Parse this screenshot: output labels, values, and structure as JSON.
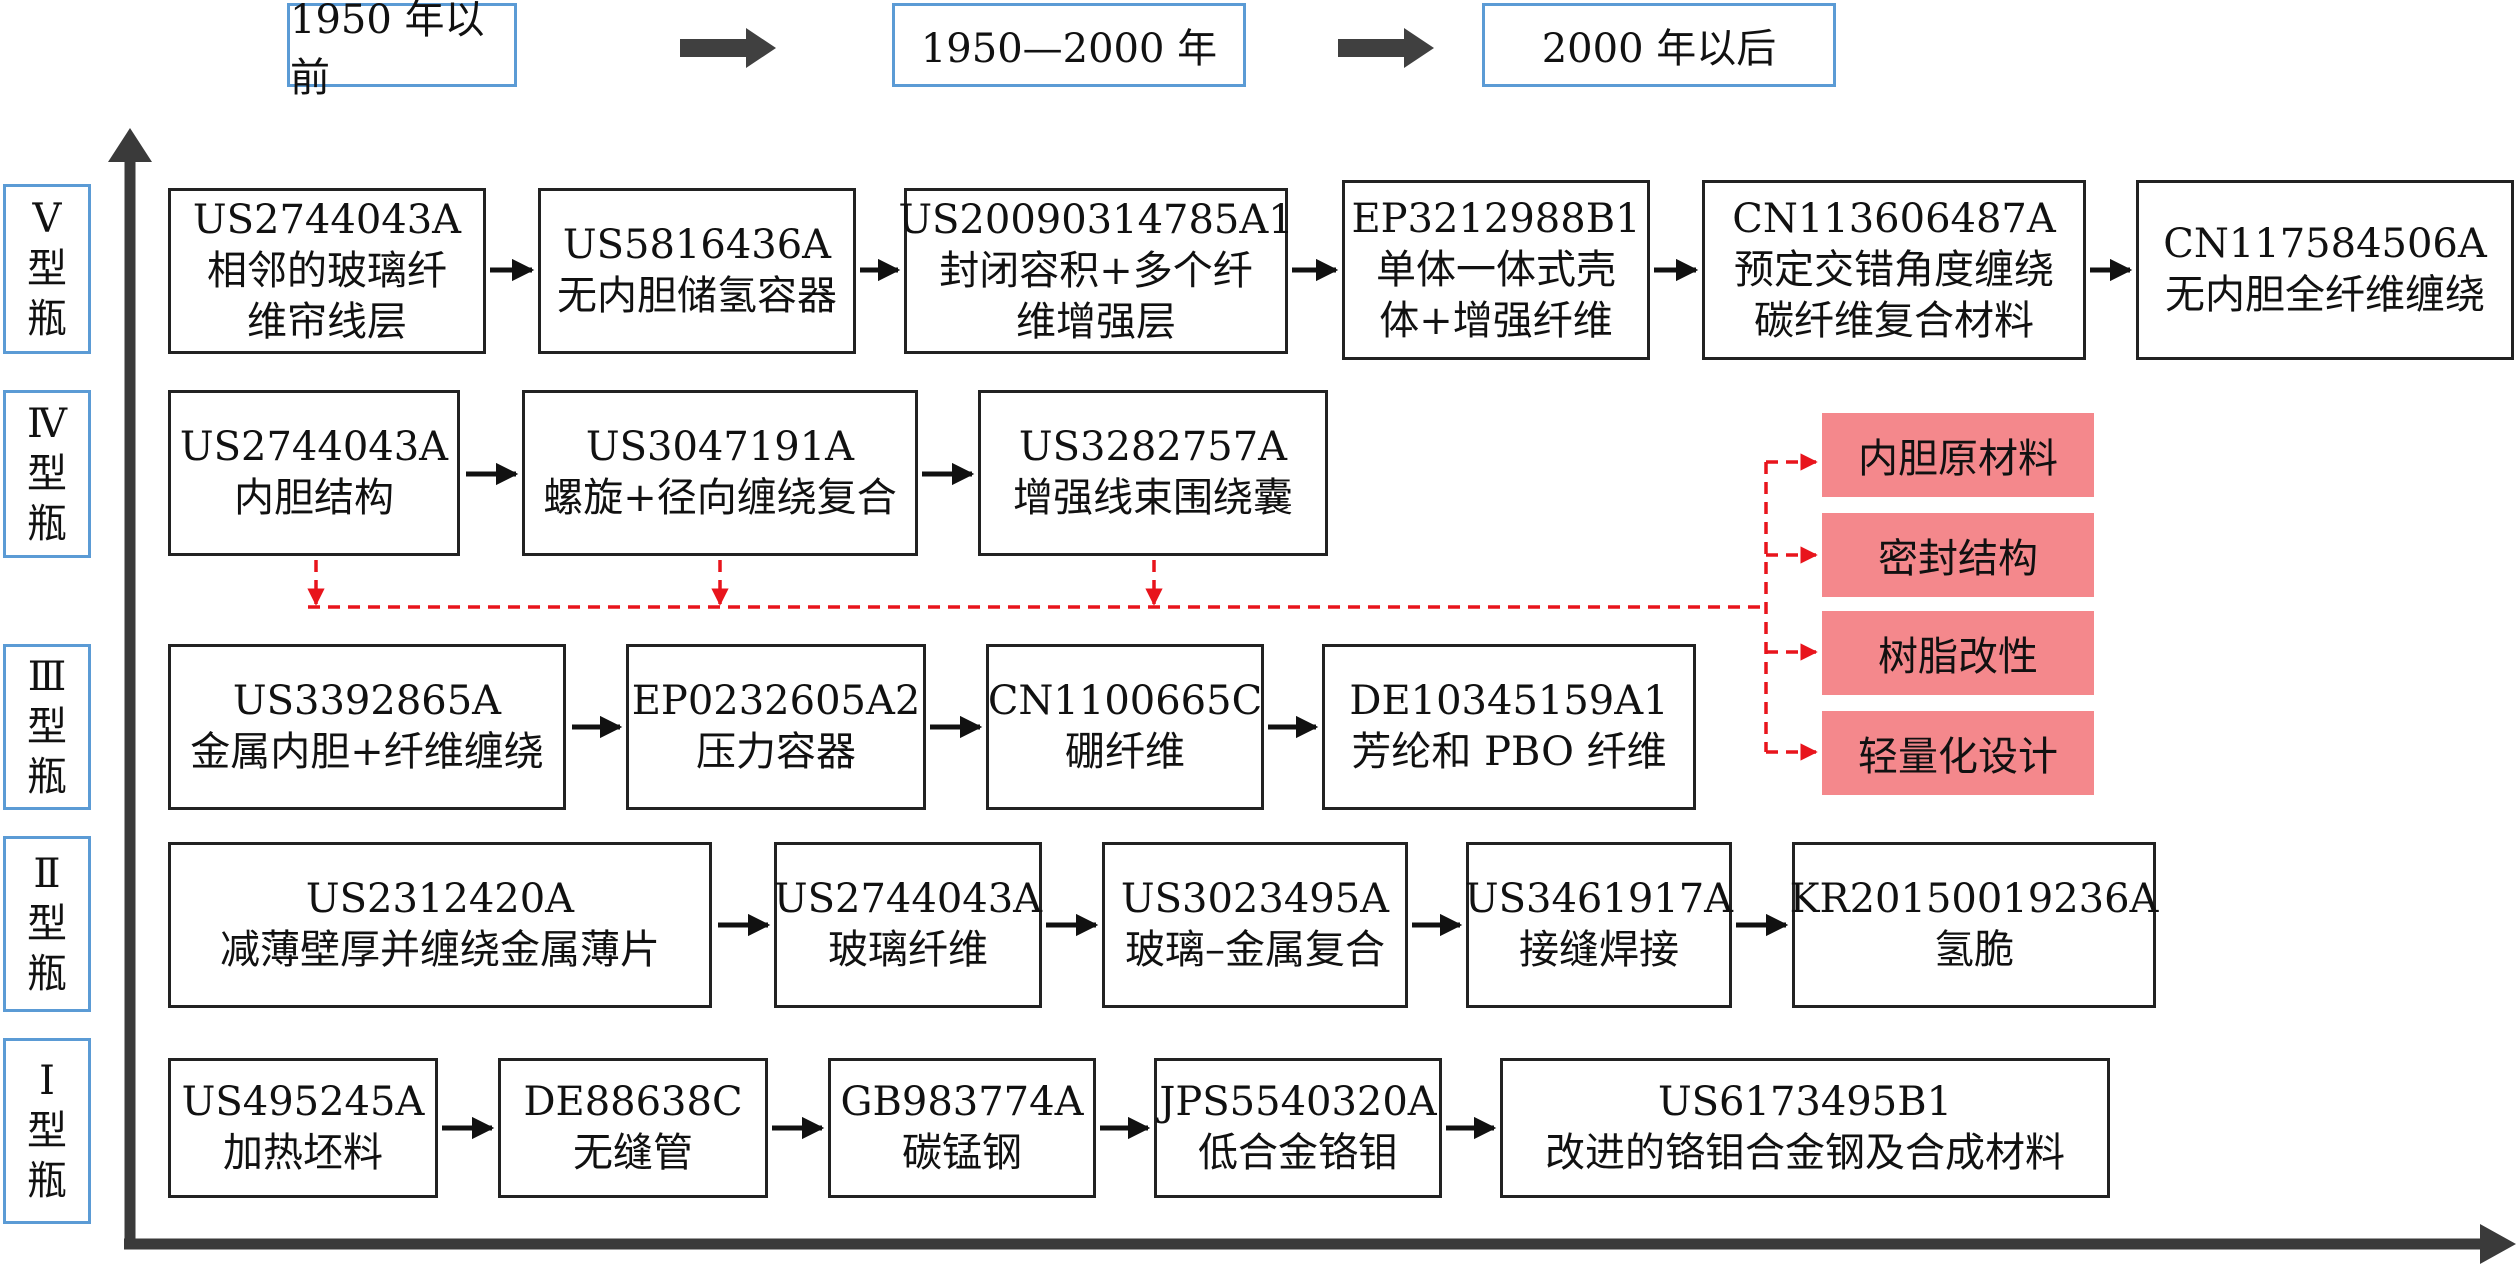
{
  "eras": [
    "1950 年以前",
    "1950—2000 年",
    "2000 年以后"
  ],
  "rows": [
    {
      "type_label": [
        "Ⅴ",
        "型",
        "瓶"
      ],
      "patents": [
        {
          "number": "US2744043A",
          "desc": [
            "相邻的玻璃纤",
            "维帘线层"
          ]
        },
        {
          "number": "US5816436A",
          "desc": [
            "无内胆储氢容器"
          ]
        },
        {
          "number": "US20090314785A1",
          "desc": [
            "封闭容积+多个纤",
            "维增强层"
          ]
        },
        {
          "number": "EP3212988B1",
          "desc": [
            "单体一体式壳",
            "体+增强纤维"
          ]
        },
        {
          "number": "CN113606487A",
          "desc": [
            "预定交错角度缠绕",
            "碳纤维复合材料"
          ]
        },
        {
          "number": "CN117584506A",
          "desc": [
            "无内胆全纤维缠绕"
          ]
        }
      ]
    },
    {
      "type_label": [
        "Ⅳ",
        "型",
        "瓶"
      ],
      "patents": [
        {
          "number": "US2744043A",
          "desc": [
            "内胆结构"
          ]
        },
        {
          "number": "US3047191A",
          "desc": [
            "螺旋+径向缠绕复合"
          ]
        },
        {
          "number": "US3282757A",
          "desc": [
            "增强线束围绕囊"
          ]
        }
      ]
    },
    {
      "type_label": [
        "Ⅲ",
        "型",
        "瓶"
      ],
      "patents": [
        {
          "number": "US3392865A",
          "desc": [
            "金属内胆+纤维缠绕"
          ]
        },
        {
          "number": "EP0232605A2",
          "desc": [
            "压力容器"
          ]
        },
        {
          "number": "CN1100665C",
          "desc": [
            "硼纤维"
          ]
        },
        {
          "number": "DE10345159A1",
          "desc": [
            "芳纶和 PBO 纤维"
          ]
        }
      ]
    },
    {
      "type_label": [
        "Ⅱ",
        "型",
        "瓶"
      ],
      "patents": [
        {
          "number": "US2312420A",
          "desc": [
            "减薄壁厚并缠绕金属薄片"
          ]
        },
        {
          "number": "US2744043A",
          "desc": [
            "玻璃纤维"
          ]
        },
        {
          "number": "US3023495A",
          "desc": [
            "玻璃–金属复合"
          ]
        },
        {
          "number": "US3461917A",
          "desc": [
            "接缝焊接"
          ]
        },
        {
          "number": "KR20150019236A",
          "desc": [
            "氢脆"
          ]
        }
      ]
    },
    {
      "type_label": [
        "Ⅰ",
        "型",
        "瓶"
      ],
      "patents": [
        {
          "number": "US495245A",
          "desc": [
            "加热坯料"
          ]
        },
        {
          "number": "DE88638C",
          "desc": [
            "无缝管"
          ]
        },
        {
          "number": "GB983774A",
          "desc": [
            "碳锰钢"
          ]
        },
        {
          "number": "JPS5540320A",
          "desc": [
            "低合金铬钼"
          ]
        },
        {
          "number": "US6173495B1",
          "desc": [
            "改进的铬钼合金钢及合成材料"
          ]
        }
      ]
    }
  ],
  "key_factors": [
    "内胆原材料",
    "密封结构",
    "树脂改性",
    "轻量化设计"
  ],
  "colors": {
    "era_border": "#5b9bd5",
    "factor_fill": "#f4888c",
    "dashed_arrow": "#e8141c",
    "axis": "#3a3a3a"
  }
}
